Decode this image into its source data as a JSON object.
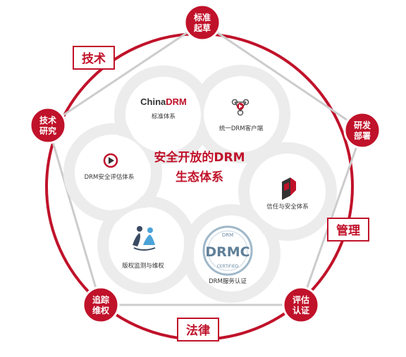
{
  "colors": {
    "accent": "#c0122a",
    "ring": "#e9e9e9",
    "pentagon_line": "#cccccc",
    "text_dark": "#333333"
  },
  "center": {
    "line1": "安全开放的DRM",
    "line2": "生态体系"
  },
  "nodes": [
    {
      "id": "standards",
      "line1": "标准",
      "line2": "起草"
    },
    {
      "id": "research-deploy",
      "line1": "研发",
      "line2": "部署"
    },
    {
      "id": "evaluate",
      "line1": "评估",
      "line2": "认证"
    },
    {
      "id": "track",
      "line1": "追踪",
      "line2": "维权"
    },
    {
      "id": "tech-research",
      "line1": "技术",
      "line2": "研究"
    }
  ],
  "tags": {
    "tech": "技术",
    "manage": "管理",
    "law": "法律"
  },
  "items": {
    "china_drm": {
      "logo_prefix": "China",
      "logo_suffix": "DRM",
      "label": "标准体系"
    },
    "client": {
      "label": "统一DRM客户端",
      "icon": "client-network-icon"
    },
    "security_eval": {
      "label": "DRM安全评估体系",
      "icon": "play-shield-icon"
    },
    "trust": {
      "label": "信任与安全体系",
      "icon": "trust-cube-icon"
    },
    "monitor": {
      "label": "版权监测与维权",
      "icon": "people-monitor-icon"
    },
    "drmc": {
      "badge_top": "DRM",
      "badge_main": "DRMC",
      "badge_bottom": "CERTIFIED",
      "label": "DRM服务认证",
      "icon": "drmc-badge-icon"
    }
  }
}
